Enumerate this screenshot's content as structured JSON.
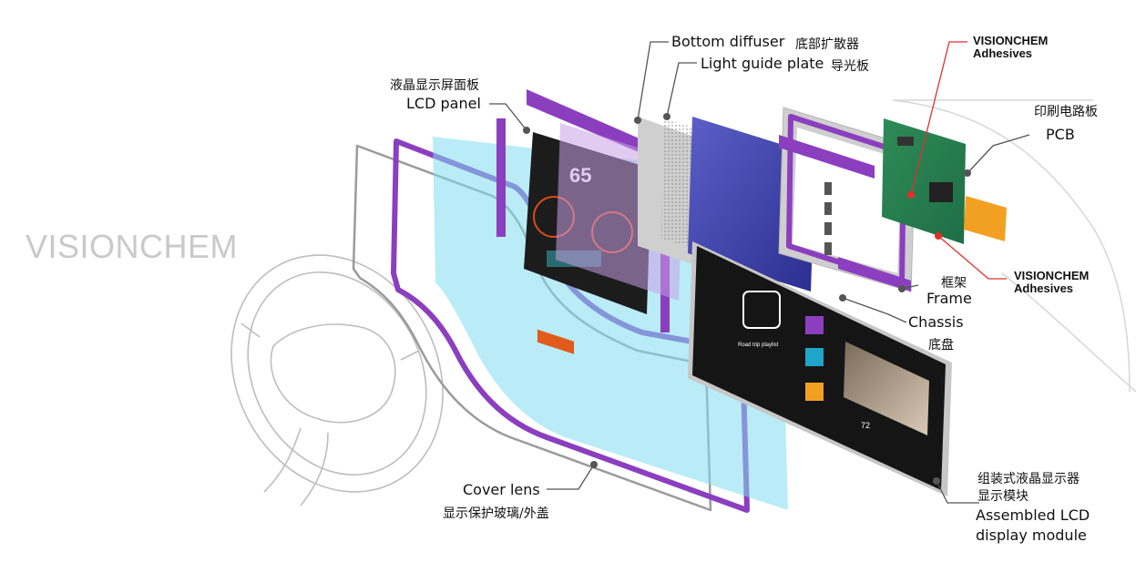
{
  "brand": "VISIONCHEM",
  "colors": {
    "purple": "#7f2fb3",
    "cyan": "#7fdcf0",
    "leader_gray": "#555555",
    "leader_red": "#e0302a",
    "brand_gray": "#c9c9c9"
  },
  "labels": {
    "bottom_diffuser_en": "Bottom diffuser",
    "bottom_diffuser_zh": "底部扩散器",
    "light_guide_en": "Light guide plate",
    "light_guide_zh": "导光板",
    "lcd_panel_zh": "液晶显示屏面板",
    "lcd_panel_en": "LCD panel",
    "adhesives_top_1": "VISIONCHEM",
    "adhesives_top_2": "Adhesives",
    "pcb_zh": "印刷电路板",
    "pcb_en": "PCB",
    "adhesives_bottom_1": "VISIONCHEM",
    "adhesives_bottom_2": "Adhesives",
    "frame_zh": "框架",
    "frame_en": "Frame",
    "chassis_en": "Chassis",
    "chassis_zh": "底盘",
    "assembled_zh_1": "组装式液晶显示器",
    "assembled_zh_2": "显示模块",
    "assembled_en_1": "Assembled LCD",
    "assembled_en_2": "display module",
    "cover_lens_en": "Cover lens",
    "cover_lens_zh": "显示保护玻璃/外盖"
  },
  "screen": {
    "speed": "65",
    "playlist": "Road trip playlist",
    "temp": "72"
  }
}
